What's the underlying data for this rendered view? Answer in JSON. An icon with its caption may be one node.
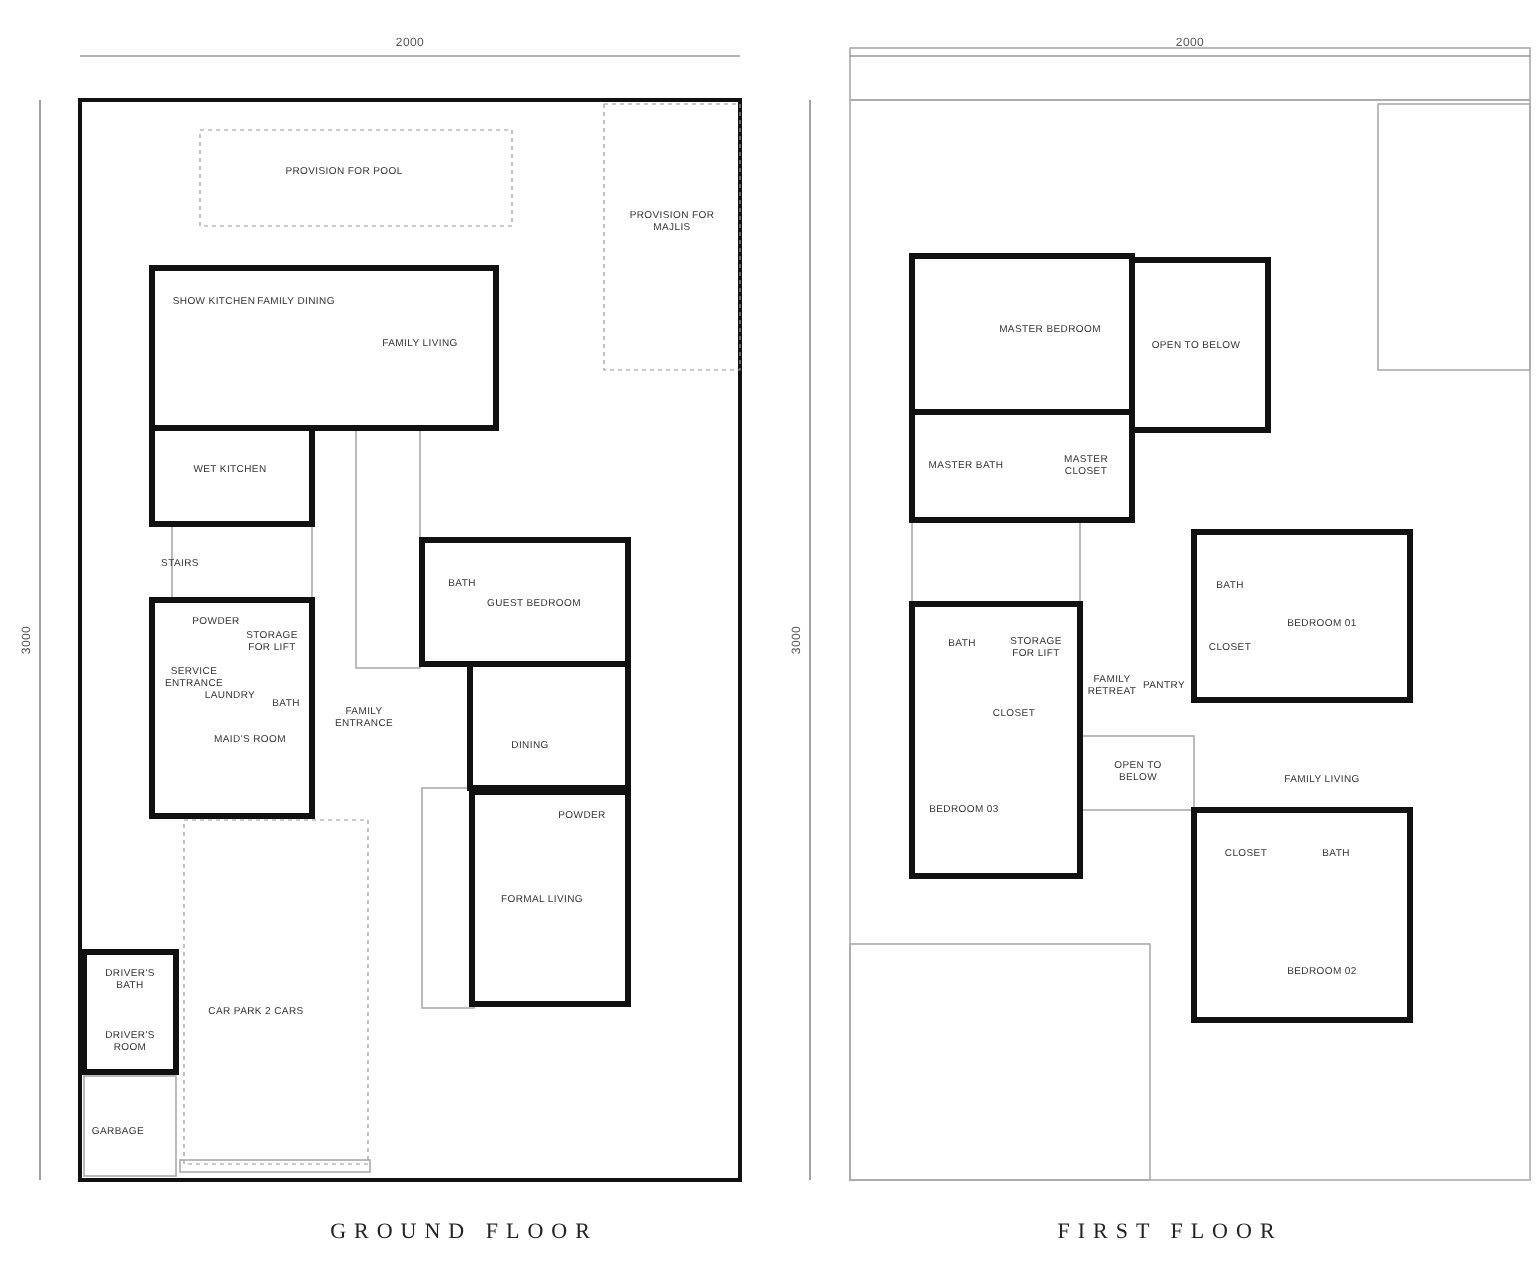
{
  "diagram": {
    "labels": [
      "2000",
      "3000",
      "PROVISION FOR POOL",
      "PROVISION FOR MAJLIS",
      "SHOW KITCHEN",
      "FAMILY DINING",
      "FAMILY LIVING",
      "WET KITCHEN",
      "STAIRS",
      "BATH",
      "GUEST BEDROOM",
      "POWDER",
      "STORAGE FOR LIFT",
      "SERVICE ENTRANCE",
      "LAUNDRY",
      "BATH",
      "MAID'S ROOM",
      "FAMILY ENTRANCE",
      "DINING",
      "POWDER",
      "FORMAL LIVING",
      "DRIVER'S BATH",
      "DRIVER'S ROOM",
      "CAR PARK 2 CARS",
      "GARBAGE",
      "2000",
      "3000",
      "MASTER BEDROOM",
      "OPEN TO BELOW",
      "MASTER BATH",
      "MASTER CLOSET",
      "BATH",
      "CLOSET",
      "BATH",
      "STORAGE FOR LIFT",
      "FAMILY RETREAT",
      "PANTRY",
      "CLOSET",
      "BEDROOM 01",
      "OPEN TO BELOW",
      "FAMILY LIVING",
      "BEDROOM 03",
      "CLOSET",
      "BATH",
      "BEDROOM 02",
      "GROUND FLOOR",
      "FIRST FLOOR"
    ]
  }
}
